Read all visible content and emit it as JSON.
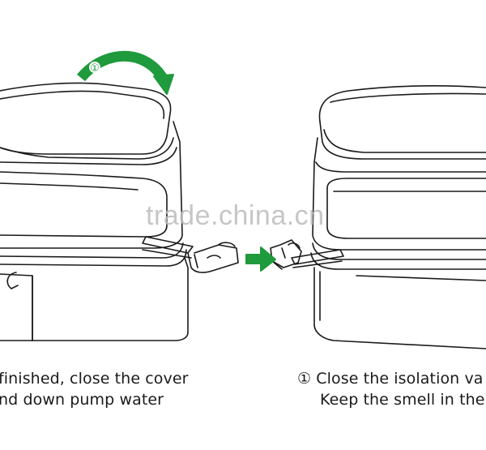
{
  "watermark": "trade.china.cn",
  "step_badge": "①",
  "captions": {
    "left_line1": "finished, close the cover",
    "left_line2": "nd down pump water",
    "right_line1": "① Close the isolation va",
    "right_line2": "Keep the smell in the"
  },
  "colors": {
    "arrow_green": "#1f9a3c",
    "outline": "#1a1a1a"
  },
  "icons": [
    "curved-arrow-icon",
    "push-arrow-icon"
  ]
}
